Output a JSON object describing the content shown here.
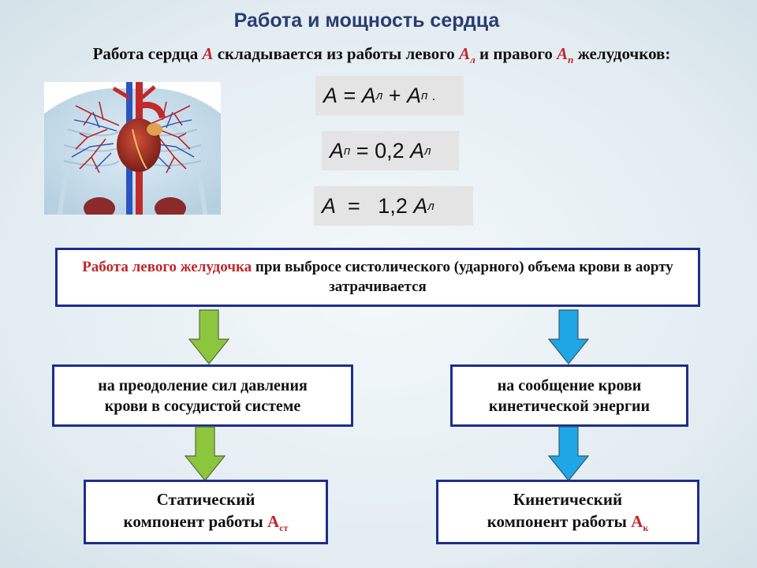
{
  "header": {
    "title": "Работа  и мощность сердца"
  },
  "subtitle": {
    "part1": "Работа сердца ",
    "var_A": "А",
    "part2": " складывается из работы левого ",
    "var_Al": "А",
    "sub_l": "л",
    "part3": " и правого ",
    "var_Ap": "А",
    "sub_p": "п",
    "part4": " желудочков:"
  },
  "formulas": {
    "f1": {
      "A": "A",
      "eq": " = ",
      "Al": "A",
      "l": "л",
      "plus": " + ",
      "Ap": "A",
      "p": "п",
      "dot": " ."
    },
    "f2": {
      "Ap": "A",
      "p": "п",
      "eq": " = ",
      "coef": "0,2 ",
      "Al": "A",
      "l": "л"
    },
    "f3": {
      "A": "A",
      "eq": "  =   ",
      "coef": "1,2 ",
      "Al": "A",
      "l": "л"
    }
  },
  "main_box": {
    "red_part": "Работа левого желудочка",
    "rest": " при выбросе систолического (ударного) объема крови в аорту затрачивается"
  },
  "left_branch": {
    "line1": "на преодоление сил давления",
    "line2": "крови в сосудистой системе",
    "result_line1": "Статический",
    "result_line2": "компонент работы ",
    "result_var": "А",
    "result_sub": "ст"
  },
  "right_branch": {
    "line1": "на сообщение крови",
    "line2": "кинетической энергии",
    "result_line1": "Кинетический",
    "result_line2": "компонент работы ",
    "result_var": "А",
    "result_sub": "к"
  },
  "colors": {
    "title": "#2a3c72",
    "accent_red": "#c0262b",
    "box_border": "#1c2e8c",
    "arrow_green": "#8cc63f",
    "arrow_blue": "#1ea6e6"
  },
  "icons": {
    "heart_illustration": "circulatory-system-illustration",
    "arrow_left": "down-arrow-green",
    "arrow_right": "down-arrow-blue"
  }
}
